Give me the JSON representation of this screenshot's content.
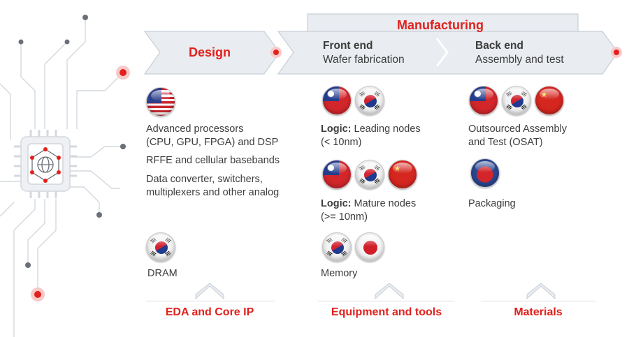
{
  "header": {
    "design_label": "Design",
    "manufacturing_label": "Manufacturing",
    "front_end": {
      "title": "Front end",
      "subtitle": "Wafer fabrication"
    },
    "back_end": {
      "title": "Back end",
      "subtitle": "Assembly and test"
    }
  },
  "colors": {
    "accent_red": "#e0211d",
    "arrow_fill": "#e9ecf0",
    "arrow_stroke": "#c8ced6",
    "text": "#3d3d3d"
  },
  "design": {
    "flags": [
      "united-states-flag-icon"
    ],
    "items": [
      "Advanced processors\n(CPU, GPU, FPGA) and DSP",
      "RFFE and cellular basebands",
      "Data converter, switchers,\nmultiplexers and other analog"
    ],
    "dram": {
      "flags": [
        "south-korea-flag-icon"
      ],
      "label": "DRAM"
    }
  },
  "front_end": {
    "leading": {
      "flags": [
        "taiwan-flag-icon",
        "south-korea-flag-icon"
      ],
      "bold": "Logic:",
      "text": " Leading nodes",
      "line2": "(< 10nm)"
    },
    "mature": {
      "flags": [
        "taiwan-flag-icon",
        "south-korea-flag-icon",
        "china-flag-icon"
      ],
      "bold": "Logic:",
      "text": " Mature nodes",
      "line2": "(>= 10nm)"
    },
    "memory": {
      "flags": [
        "south-korea-flag-icon",
        "japan-flag-icon"
      ],
      "label": "Memory"
    }
  },
  "back_end": {
    "osat": {
      "flags": [
        "taiwan-flag-icon",
        "south-korea-flag-icon",
        "china-flag-icon"
      ],
      "line1": "Outsourced Assembly",
      "line2": "and Test (OSAT)"
    },
    "packaging": {
      "flags": [
        "packaging-flag-icon"
      ],
      "label": "Packaging"
    }
  },
  "footer": {
    "eda": "EDA and Core IP",
    "equipment": "Equipment and tools",
    "materials": "Materials"
  }
}
